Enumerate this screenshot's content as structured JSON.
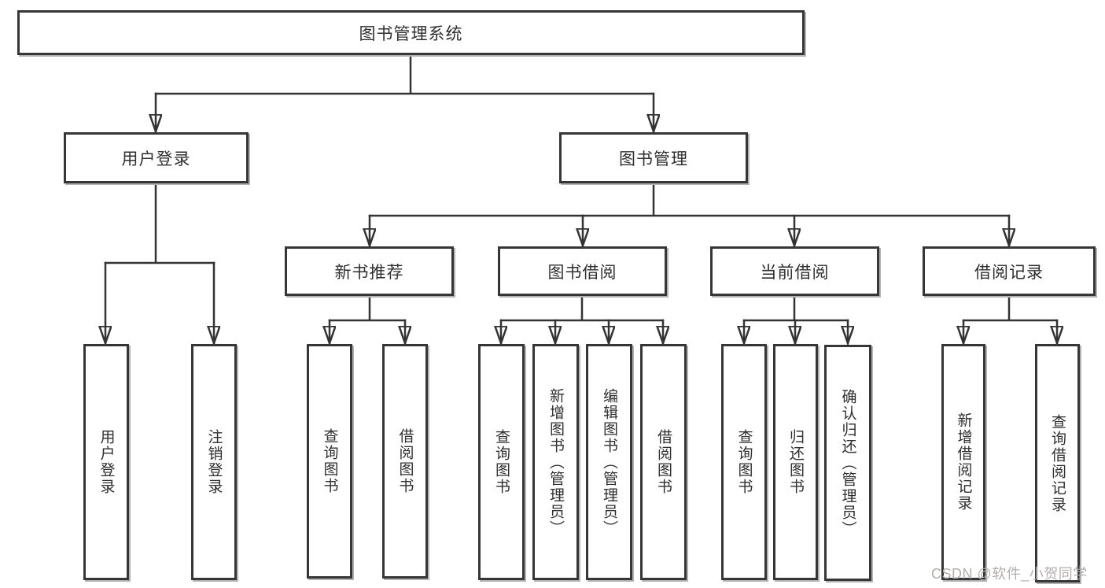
{
  "diagram": {
    "colors": {
      "line": "#333333",
      "box_border": "#363636",
      "text": "#2f2f2f",
      "watermark": "#b3afac",
      "background": "#ffffff"
    },
    "tree": {
      "root": {
        "label": "图书管理系统"
      },
      "children": [
        {
          "label": "用户登录",
          "children": [
            {
              "label": "用户登录"
            },
            {
              "label": "注销登录"
            }
          ]
        },
        {
          "label": "图书管理",
          "children": [
            {
              "label": "新书推荐",
              "children": [
                {
                  "label": "查询图书"
                },
                {
                  "label": "借阅图书"
                }
              ]
            },
            {
              "label": "图书借阅",
              "children": [
                {
                  "label": "查询图书"
                },
                {
                  "label": "新增图书（管理员）"
                },
                {
                  "label": "编辑图书（管理员）"
                },
                {
                  "label": "借阅图书"
                }
              ]
            },
            {
              "label": "当前借阅",
              "children": [
                {
                  "label": "查询图书"
                },
                {
                  "label": "归还图书"
                },
                {
                  "label": "确认归还（管理员）"
                }
              ]
            },
            {
              "label": "借阅记录",
              "children": [
                {
                  "label": "新增借阅记录"
                },
                {
                  "label": "查询借阅记录"
                }
              ]
            }
          ]
        }
      ]
    },
    "watermark": {
      "text": "CSDN @软件_小贺同学"
    }
  }
}
